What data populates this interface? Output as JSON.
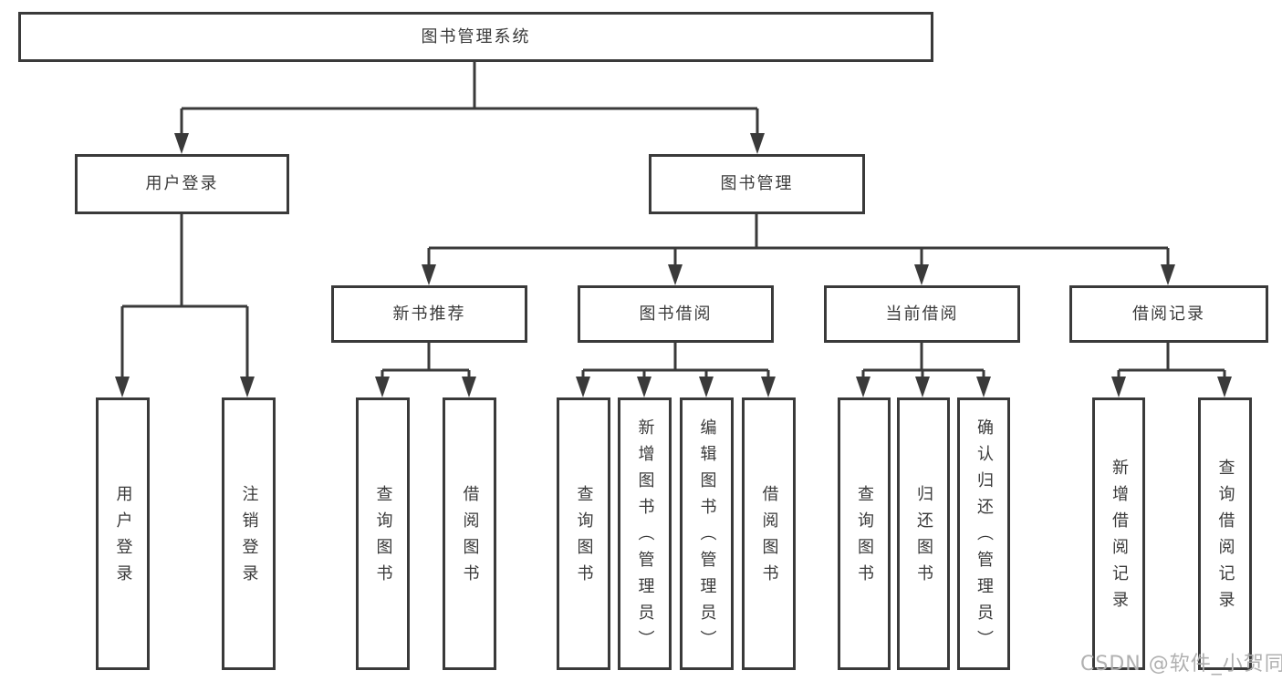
{
  "tree": {
    "root": {
      "label": "图书管理系统",
      "children": [
        {
          "label": "用户登录",
          "children": [
            {
              "label": "用户登录"
            },
            {
              "label": "注销登录"
            }
          ]
        },
        {
          "label": "图书管理",
          "children": [
            {
              "label": "新书推荐",
              "children": [
                {
                  "label": "查询图书"
                },
                {
                  "label": "借阅图书"
                }
              ]
            },
            {
              "label": "图书借阅",
              "children": [
                {
                  "label": "查询图书"
                },
                {
                  "label": "新增图书（管理员）"
                },
                {
                  "label": "编辑图书（管理员）"
                },
                {
                  "label": "借阅图书"
                }
              ]
            },
            {
              "label": "当前借阅",
              "children": [
                {
                  "label": "查询图书"
                },
                {
                  "label": "归还图书"
                },
                {
                  "label": "确认归还（管理员）"
                }
              ]
            },
            {
              "label": "借阅记录",
              "children": [
                {
                  "label": "新增借阅记录"
                },
                {
                  "label": "查询借阅记录"
                }
              ]
            }
          ]
        }
      ]
    }
  },
  "watermark": {
    "text": "CSDN @软件_小贺同学"
  },
  "colors": {
    "line": "#3a3a3a",
    "text": "#3a3a3a",
    "background": "#ffffff",
    "watermark": "#b0b0b0"
  }
}
